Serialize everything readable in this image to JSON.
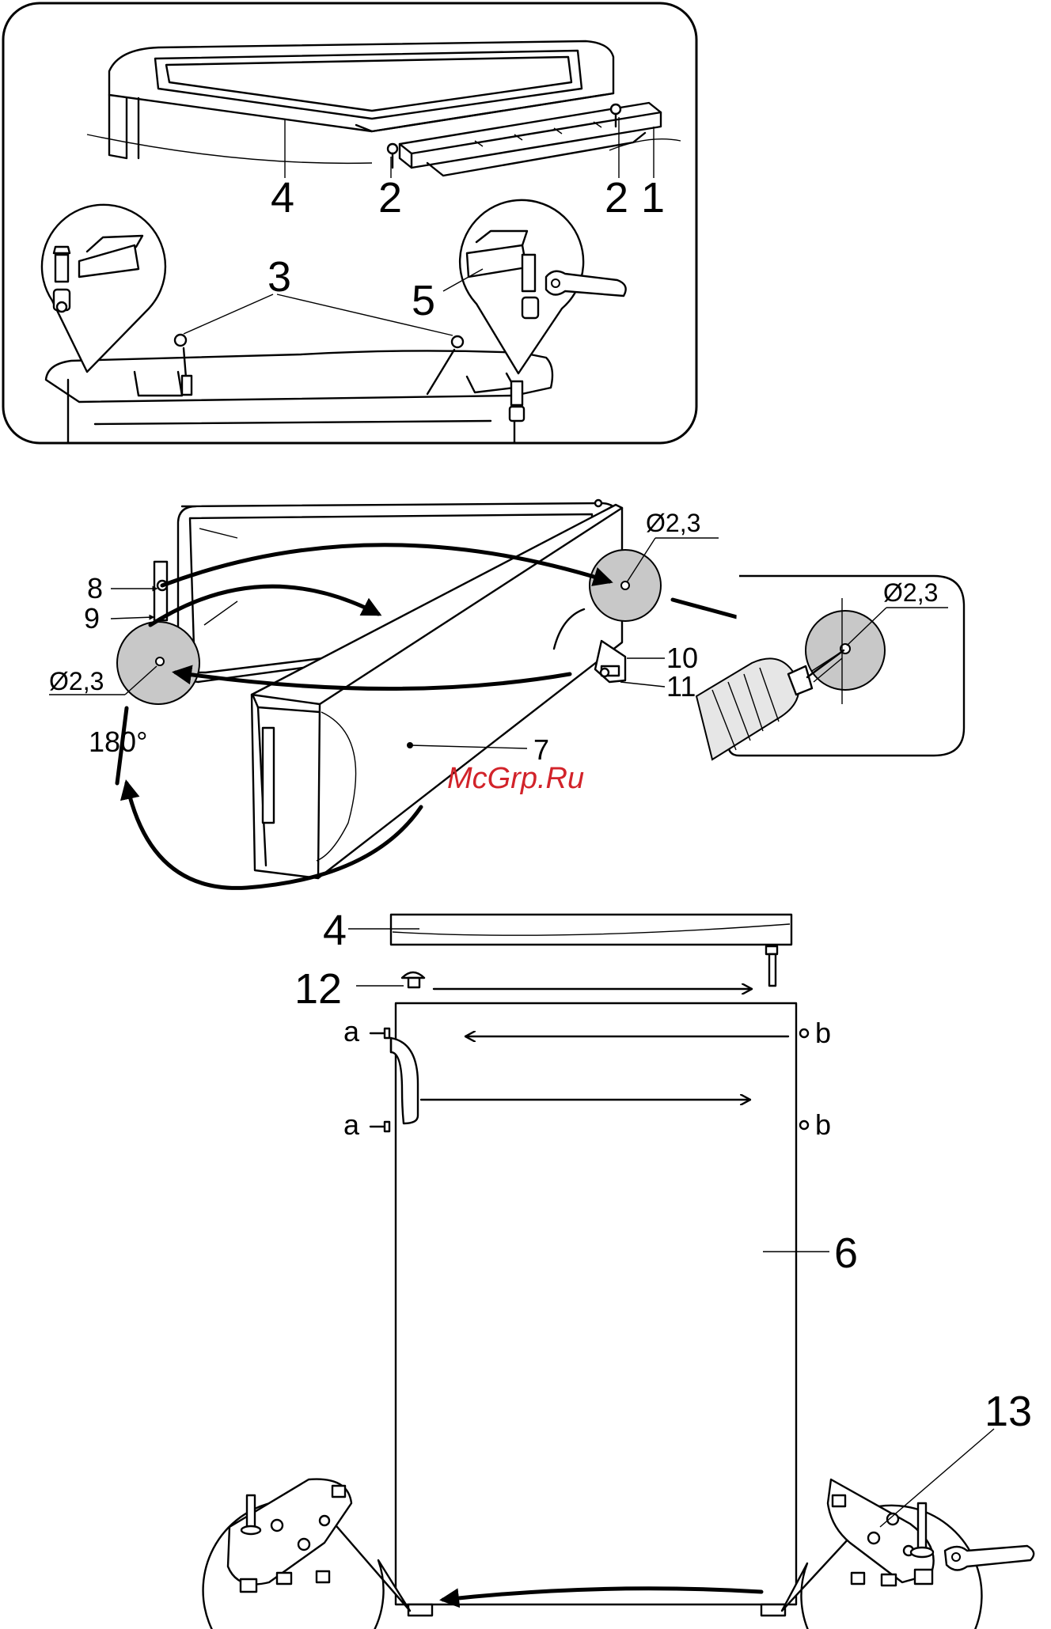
{
  "top_panel": {
    "labels": {
      "worktop": "4",
      "screw_left": "2",
      "screw_right": "2",
      "rail": "1",
      "screws_caps": "3",
      "bracket": "5"
    }
  },
  "middle_panel": {
    "labels": {
      "hinge_pin": "8",
      "hinge_cover": "9",
      "door": "7",
      "hinge_plate": "10",
      "hinge_screw": "11",
      "drill_top": "Ø2,3",
      "drill_left": "Ø2,3",
      "drill_detail": "Ø2,3",
      "rotation": "180°"
    }
  },
  "watermark": "McGrp.Ru",
  "bottom_panel": {
    "labels": {
      "worktop": "4",
      "plug": "12",
      "handle_screw_top": "a",
      "handle_screw_bottom": "a",
      "hole_top": "b",
      "hole_bottom": "b",
      "appliance": "6",
      "lower_hinge": "13"
    }
  }
}
